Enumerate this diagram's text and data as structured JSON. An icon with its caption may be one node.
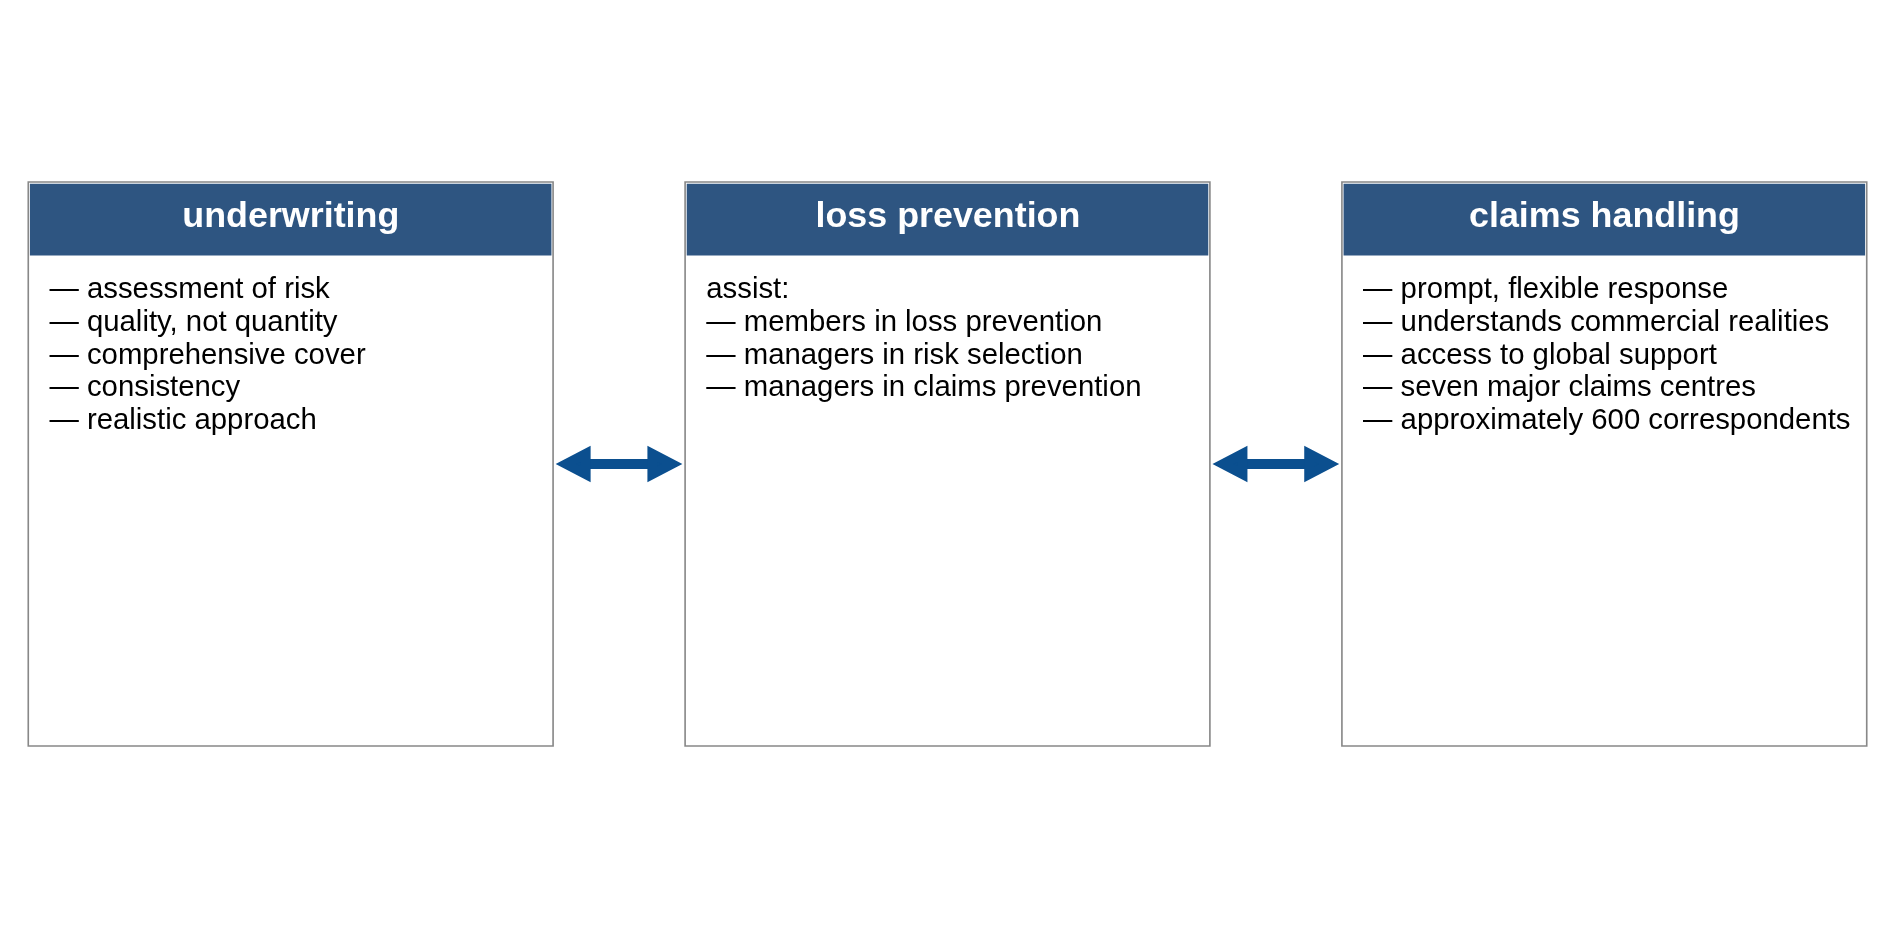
{
  "diagram": {
    "nodes": [
      {
        "text": [
          "underwriting",
          "— assessment of risk",
          "— quality, not quantity",
          "— comprehensive cover",
          "— consistency",
          "— realistic approach"
        ]
      },
      {
        "text": [
          "loss prevention",
          "assist:",
          "— members in loss prevention",
          "— managers in risk selection",
          "— managers in claims prevention"
        ]
      },
      {
        "text": [
          "claims handling",
          "— prompt, flexible response",
          "— understands commercial realities",
          "— access to global support",
          "— seven major claims centres",
          "— approximately 600 correspondents"
        ]
      }
    ],
    "edges": [
      {
        "from": 0,
        "to": 1,
        "arrow": "both"
      },
      {
        "from": 1,
        "to": 2,
        "arrow": "both"
      }
    ]
  }
}
